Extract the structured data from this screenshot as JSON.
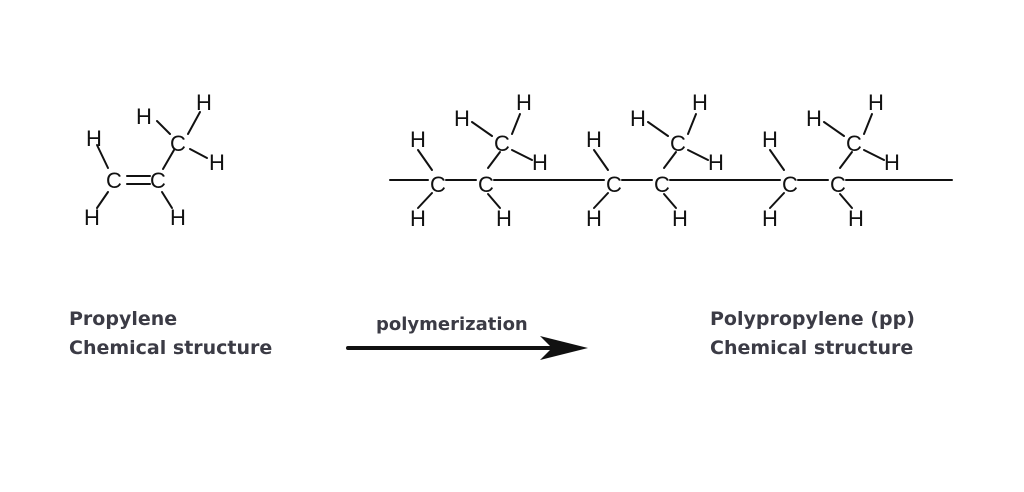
{
  "diagram": {
    "atom_labels": {
      "carbon": "C",
      "hydrogen": "H"
    },
    "propylene": {
      "name": "Propylene",
      "subtitle": "Chemical structure"
    },
    "polypropylene": {
      "name": "Polypropylene (pp)",
      "subtitle": "Chemical structure"
    },
    "reaction": {
      "label": "polymerization"
    }
  },
  "colors": {
    "text": "#3b3b45",
    "structure": "#111111"
  }
}
